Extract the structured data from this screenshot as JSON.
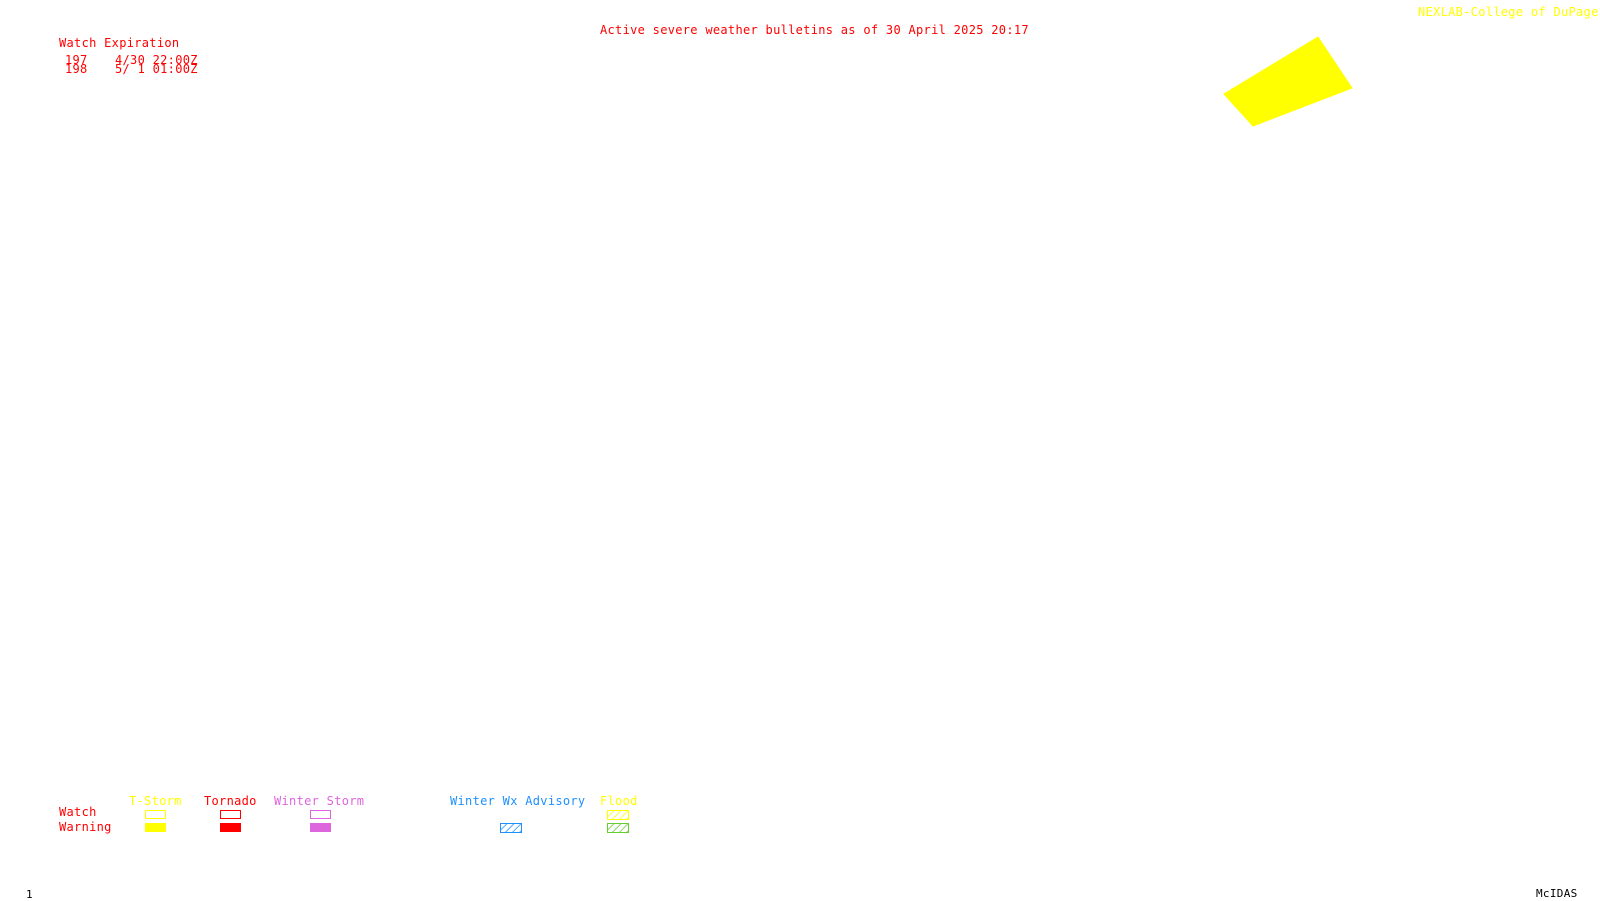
{
  "colors": {
    "background": "#ffffff",
    "text_red": "#ff0000",
    "credit_yellow": "#ffff00",
    "tstorm": "#ffff00",
    "tornado": "#ff0000",
    "winter_storm": "#dd66dd",
    "winter_wx_advisory": "#1e90ff",
    "flood_watch": "#ffff00",
    "flood_warning": "#66cc33",
    "footer_text": "#000000"
  },
  "header": {
    "title": "Active severe weather bulletins as of 30 April 2025 20:17",
    "credit": "NEXLAB-College of DuPage R"
  },
  "watch_table": {
    "heading": "Watch Expiration",
    "rows": [
      {
        "id": "197",
        "expiration": "4/30 22:00Z"
      },
      {
        "id": "198",
        "expiration": "5/ 1 01:00Z"
      }
    ]
  },
  "map": {
    "polygons": [
      {
        "type": "tstorm-warning",
        "color": "#ffff00"
      }
    ]
  },
  "legend": {
    "row_labels": {
      "watch": "Watch",
      "warning": "Warning"
    },
    "categories": [
      {
        "key": "tstorm",
        "label": "T-Storm",
        "color": "#ffff00",
        "watch_style": "outline",
        "warning_style": "filled"
      },
      {
        "key": "tornado",
        "label": "Tornado",
        "color": "#ff0000",
        "watch_style": "outline",
        "warning_style": "filled"
      },
      {
        "key": "winter_storm",
        "label": "Winter Storm",
        "color": "#dd66dd",
        "watch_style": "outline",
        "warning_style": "filled"
      },
      {
        "key": "winter_wx_advisory",
        "label": "Winter Wx Advisory",
        "color": "#1e90ff",
        "watch_style": "none",
        "warning_style": "hatched"
      },
      {
        "key": "flood",
        "label": "Flood",
        "color": "#ffff00",
        "watch_style": "hatched",
        "warning_style": "hatched",
        "warning_color": "#66cc33"
      }
    ]
  },
  "footer": {
    "frame_number": "1",
    "software": "McIDAS"
  }
}
